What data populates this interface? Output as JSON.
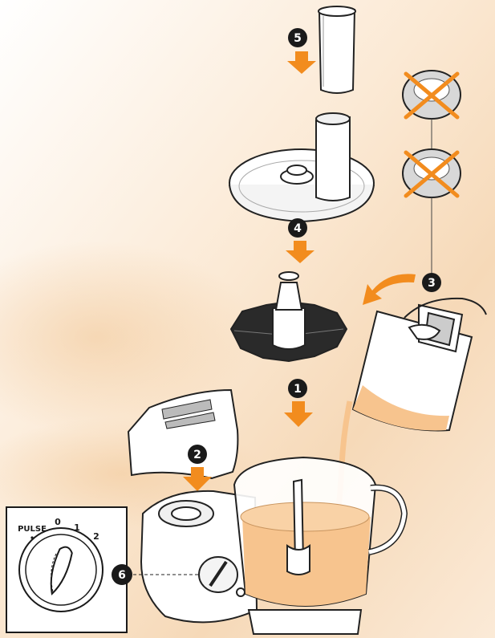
{
  "steps": {
    "s1": "1",
    "s2": "2",
    "s3": "3",
    "s4": "4",
    "s5": "5",
    "s6": "6"
  },
  "dial": {
    "pulse": "PULSE",
    "pos0": "0",
    "pos1": "1",
    "pos2": "2"
  },
  "colors": {
    "accent": "#f28c1e",
    "marker": "#1a1a1a",
    "liquid": "#f7c48e",
    "outline": "#222222"
  },
  "icons": [
    "arrow-down-icon",
    "curved-arrow-icon",
    "cross-icon"
  ]
}
